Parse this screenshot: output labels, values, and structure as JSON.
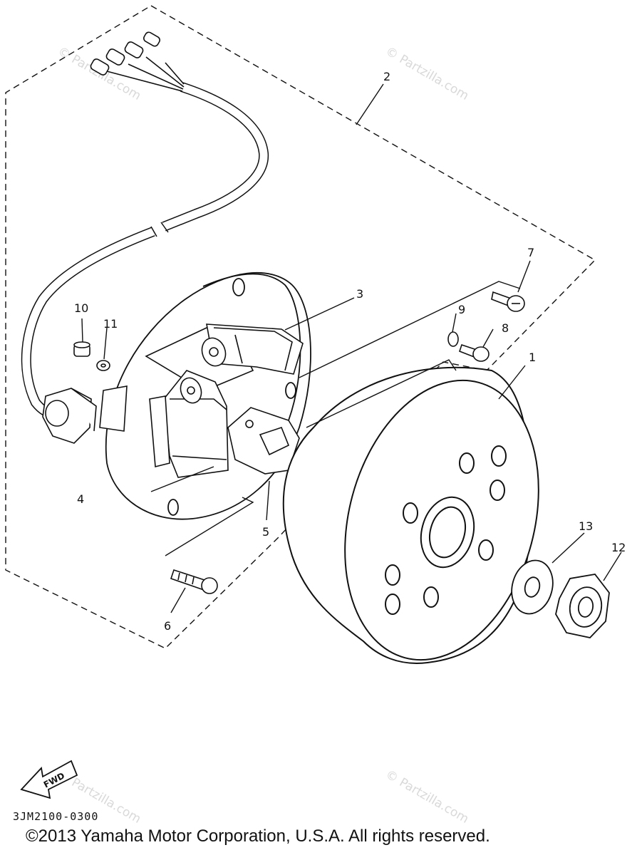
{
  "callouts": [
    {
      "id": "1",
      "label": "1"
    },
    {
      "id": "2",
      "label": "2"
    },
    {
      "id": "3",
      "label": "3"
    },
    {
      "id": "4",
      "label": "4"
    },
    {
      "id": "5",
      "label": "5"
    },
    {
      "id": "6",
      "label": "6"
    },
    {
      "id": "7",
      "label": "7"
    },
    {
      "id": "8",
      "label": "8"
    },
    {
      "id": "9",
      "label": "9"
    },
    {
      "id": "10",
      "label": "10"
    },
    {
      "id": "11",
      "label": "11"
    },
    {
      "id": "12",
      "label": "12"
    },
    {
      "id": "13",
      "label": "13"
    }
  ],
  "watermark": "© Partzilla.com",
  "fwd_label": "FWD",
  "diagram_code": "3JM2100-0300",
  "copyright": "©2013 Yamaha Motor Corporation, U.S.A. All rights reserved."
}
